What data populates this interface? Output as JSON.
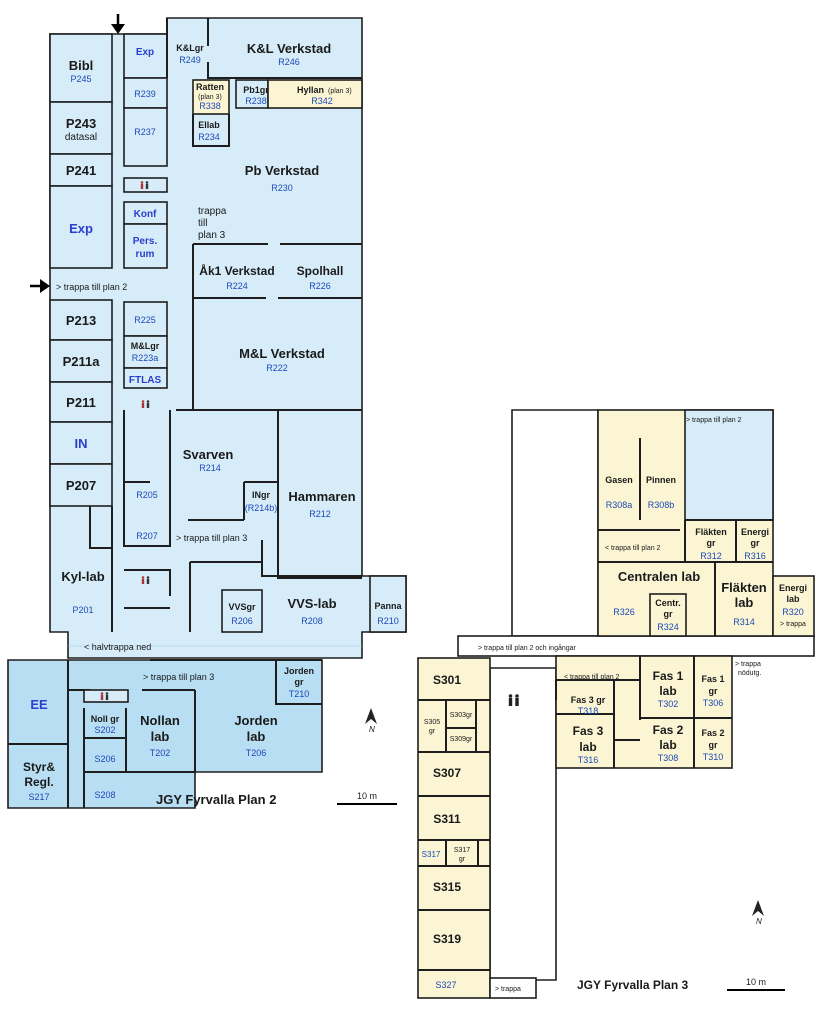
{
  "plan2": {
    "title": "JGY Fyrvalla Plan 2",
    "scale": "10 m",
    "rooms": {
      "bibl": {
        "name": "Bibl",
        "code": "P245"
      },
      "p243": {
        "name": "P243",
        "sub": "datasal"
      },
      "p241": {
        "name": "P241"
      },
      "exp_left": {
        "name": "Exp"
      },
      "p213": {
        "name": "P213"
      },
      "p211a": {
        "name": "P211a"
      },
      "p211": {
        "name": "P211"
      },
      "in": {
        "name": "IN"
      },
      "p207": {
        "name": "P207"
      },
      "kyllab": {
        "name": "Kyl-lab",
        "code": "P201"
      },
      "exp_top": {
        "name": "Exp"
      },
      "r239": {
        "code": "R239"
      },
      "r237": {
        "code": "R237"
      },
      "konf": {
        "name": "Konf"
      },
      "pers": {
        "name1": "Pers.",
        "name2": "rum"
      },
      "r225": {
        "code": "R225"
      },
      "mlgr": {
        "name": "M&Lgr",
        "code": "R223a"
      },
      "ftlas": {
        "name": "FTLAS"
      },
      "r205": {
        "code": "R205"
      },
      "r207": {
        "code": "R207"
      },
      "klgr": {
        "name": "K&Lgr",
        "code": "R249"
      },
      "klverkstad": {
        "name": "K&L Verkstad",
        "code": "R246"
      },
      "ratten": {
        "name": "Ratten",
        "sub": "(plan 3)",
        "code": "R338"
      },
      "pb1gr": {
        "name": "Pb1gr",
        "code": "R238"
      },
      "hyllan": {
        "name": "Hyllan",
        "sub": "(plan 3)",
        "code": "R342"
      },
      "ellab": {
        "name": "Ellab",
        "code": "R234"
      },
      "pbverkstad": {
        "name": "Pb Verkstad",
        "code": "R230"
      },
      "trappa": {
        "l1": "trappa",
        "l2": "till",
        "l3": "plan 3"
      },
      "ak1": {
        "name": "Åk1 Verkstad",
        "code": "R224"
      },
      "spolhall": {
        "name": "Spolhall",
        "code": "R226"
      },
      "mlverkstad": {
        "name": "M&L Verkstad",
        "code": "R222"
      },
      "svarven": {
        "name": "Svarven",
        "code": "R214"
      },
      "ingr": {
        "name": "INgr",
        "code": "(R214b)"
      },
      "hammaren": {
        "name": "Hammaren",
        "code": "R212"
      },
      "vvsgr": {
        "name": "VVSgr",
        "code": "R206"
      },
      "vvslab": {
        "name": "VVS-lab",
        "code": "R208"
      },
      "panna": {
        "name": "Panna",
        "code": "R210"
      },
      "ee": {
        "name": "EE"
      },
      "styr": {
        "name1": "Styr&",
        "name2": "Regl.",
        "code": "S217"
      },
      "nollgr": {
        "name": "Noll gr",
        "code": "S202"
      },
      "s206": {
        "code": "S206"
      },
      "s208": {
        "code": "S208"
      },
      "nollan": {
        "name1": "Nollan",
        "name2": "lab",
        "code": "T202"
      },
      "jorden": {
        "name1": "Jorden",
        "name2": "lab",
        "code": "T206"
      },
      "jordengr": {
        "name1": "Jorden",
        "name2": "gr",
        "code": "T210"
      }
    },
    "labels": {
      "trappa_plan2": "> trappa till plan 2",
      "trappa_plan3_a": "> trappa till plan 3",
      "halvtrappa": "< halvtrappa ned",
      "trappa_plan3_b": "> trappa till plan 3"
    }
  },
  "plan3": {
    "title": "JGY Fyrvalla Plan 3",
    "scale": "10 m",
    "rooms": {
      "gasen": {
        "name": "Gasen",
        "code": "R308a"
      },
      "pinnen": {
        "name": "Pinnen",
        "code": "R308b"
      },
      "flaktengr": {
        "name1": "Fläkten",
        "name2": "gr",
        "code": "R312"
      },
      "energigr": {
        "name1": "Energi",
        "name2": "gr",
        "code": "R316"
      },
      "centralen": {
        "name": "Centralen lab",
        "code": "R326"
      },
      "centrgr": {
        "name1": "Centr.",
        "name2": "gr",
        "code": "R324"
      },
      "flaktenlab": {
        "name1": "Fläkten",
        "name2": "lab",
        "code": "R314"
      },
      "energilab": {
        "name1": "Energi",
        "name2": "lab",
        "code": "R320",
        "sub": "> trappa"
      },
      "s301": {
        "name": "S301"
      },
      "s305gr": {
        "name1": "S305",
        "name2": "gr"
      },
      "s303gr": {
        "name": "S303gr"
      },
      "s309gr": {
        "name": "S309gr"
      },
      "s307": {
        "name": "S307"
      },
      "s311": {
        "name": "S311"
      },
      "s317": {
        "code": "S317"
      },
      "s317gr": {
        "name1": "S317",
        "name2": "gr"
      },
      "s315": {
        "name": "S315"
      },
      "s319": {
        "name": "S319"
      },
      "s327": {
        "code": "S327"
      },
      "fas3gr": {
        "name": "Fas 3 gr",
        "code": "T318"
      },
      "fas1lab": {
        "name1": "Fas 1",
        "name2": "lab",
        "code": "T302"
      },
      "fas1gr": {
        "name1": "Fas 1",
        "name2": "gr",
        "code": "T306"
      },
      "fas3lab": {
        "name1": "Fas 3",
        "name2": "lab",
        "code": "T316"
      },
      "fas2lab": {
        "name1": "Fas 2",
        "name2": "lab",
        "code": "T308"
      },
      "fas2gr": {
        "name1": "Fas 2",
        "name2": "gr",
        "code": "T310"
      }
    },
    "labels": {
      "trappa_plan2_top": "> trappa till plan 2",
      "trappa_plan2_mid": "< trappa till plan 2",
      "trappa_ingangar": "> trappa till plan 2 och ingångar",
      "trappa_nodutg1": "> trappa",
      "trappa_nodutg2": "nödutg.",
      "trappa_plan2_low": "< trappa till plan 2",
      "trappa_bottom": "> trappa"
    }
  },
  "compass_label": "N",
  "colors": {
    "light_blue": "#d6ecf9",
    "dark_blue": "#b8def3",
    "yellow": "#fbf5d4",
    "code_blue": "#1d49b8"
  }
}
